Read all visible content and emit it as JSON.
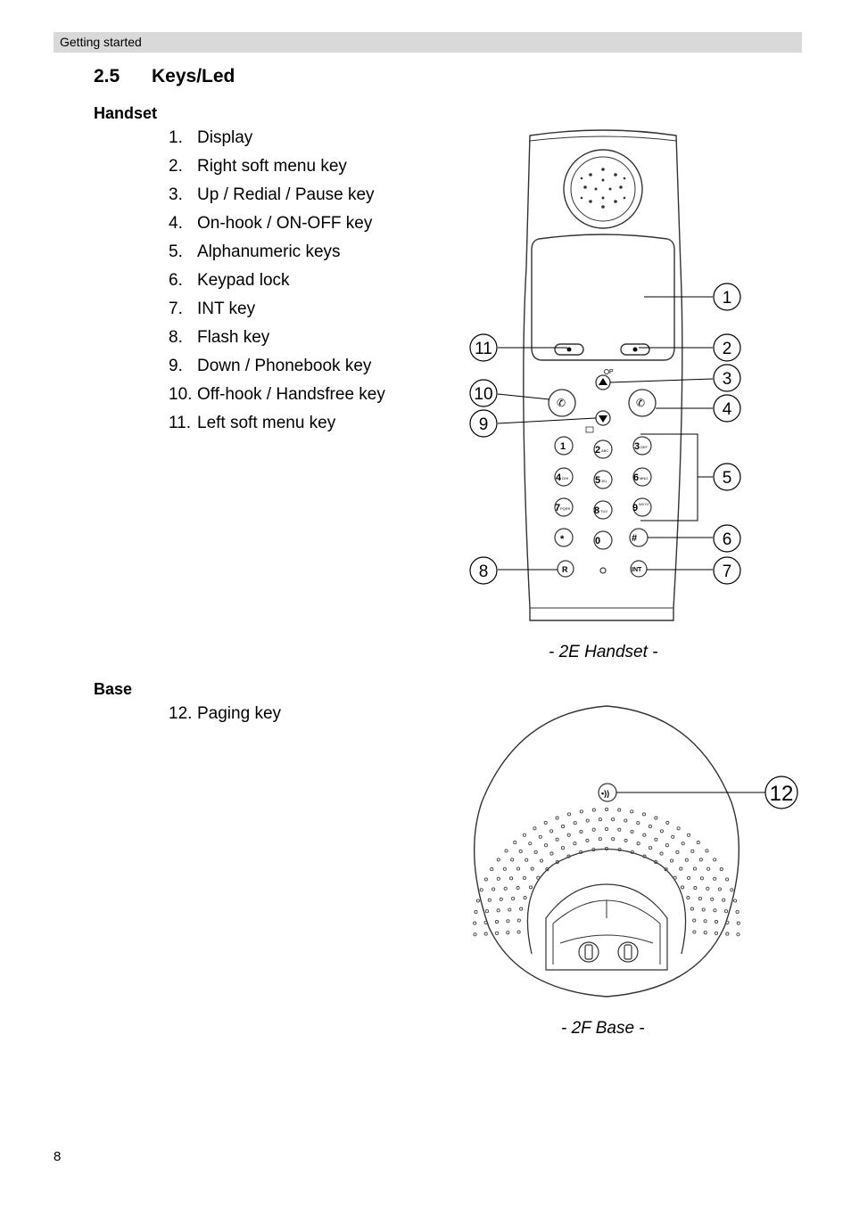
{
  "header": {
    "text": "Getting started"
  },
  "section": {
    "number": "2.5",
    "title": "Keys/Led"
  },
  "handset": {
    "heading": "Handset",
    "items": [
      {
        "num": "1.",
        "label": "Display"
      },
      {
        "num": "2.",
        "label": "Right soft menu key"
      },
      {
        "num": "3.",
        "label": "Up / Redial / Pause key"
      },
      {
        "num": "4.",
        "label": "On-hook / ON-OFF key"
      },
      {
        "num": "5.",
        "label": "Alphanumeric keys"
      },
      {
        "num": "6.",
        "label": "Keypad lock"
      },
      {
        "num": "7.",
        "label": "INT key"
      },
      {
        "num": "8.",
        "label": "Flash key"
      },
      {
        "num": "9.",
        "label": "Down / Phonebook key"
      },
      {
        "num": "10.",
        "label": "Off-hook / Handsfree key"
      },
      {
        "num": "11.",
        "label": "Left soft menu key"
      }
    ],
    "caption": "- 2E Handset -",
    "callouts": [
      "1",
      "2",
      "3",
      "4",
      "5",
      "6",
      "7",
      "8",
      "9",
      "10",
      "11"
    ],
    "keypad": {
      "k1": "1",
      "k2": "2",
      "k2sub": "ABC",
      "k3": "3",
      "k3sub": "DEF",
      "k4": "4",
      "k4sub": "GHI",
      "k5": "5",
      "k5sub": "JKL",
      "k6": "6",
      "k6sub": "MNO",
      "k7": "7",
      "k7sub": "PQRS",
      "k8": "8",
      "k8sub": "TUV",
      "k9": "9",
      "k9sub": "WXYZ",
      "kstar": "*",
      "k0": "0",
      "khash": "#",
      "kr": "R",
      "kint": "INT",
      "pause_label": "P"
    }
  },
  "base": {
    "heading": "Base",
    "items": [
      {
        "num": "12.",
        "label": "Paging key"
      }
    ],
    "caption": "- 2F Base -",
    "callout": "12"
  },
  "page_number": "8"
}
